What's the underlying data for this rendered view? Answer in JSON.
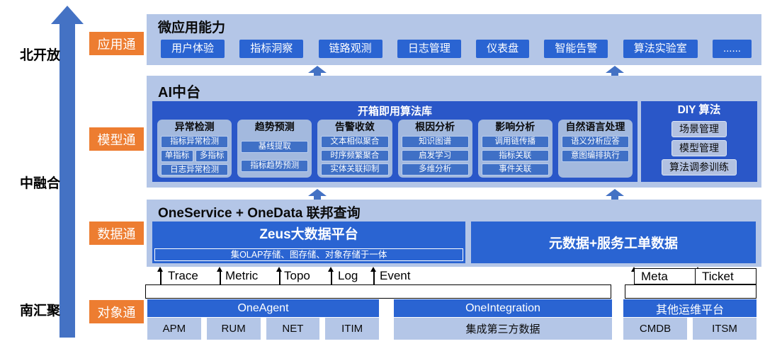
{
  "colors": {
    "accent_blue": "#2a64d2",
    "dark_panel_blue": "#2a57c8",
    "light_panel_blue": "#b4c6e7",
    "card_blue_gray": "#a3b9de",
    "chip_blue": "#3f70c6",
    "arrow_blue": "#4472c4",
    "badge_orange": "#ed7d31"
  },
  "side": {
    "top": "北开放",
    "mid": "中融合",
    "bottom": "南汇聚"
  },
  "badges": {
    "app": "应用通",
    "model": "模型通",
    "data": "数据通",
    "object": "对象通"
  },
  "app": {
    "title": "微应用能力",
    "buttons": [
      "用户体验",
      "指标洞察",
      "链路观测",
      "日志管理",
      "仪表盘",
      "智能告警",
      "算法实验室",
      "......"
    ]
  },
  "model": {
    "title": "AI中台",
    "library_title": "开箱即用算法库",
    "cols": [
      {
        "title": "异常检测",
        "c0": "指标异常检测",
        "c1": "单指标",
        "c2": "多指标",
        "c3": "日志异常检测"
      },
      {
        "title": "趋势预测",
        "c0": "基线提取",
        "c1": "指标趋势预测"
      },
      {
        "title": "告警收敛",
        "c0": "文本相似聚合",
        "c1": "时序频繁聚合",
        "c2": "实体关联抑制"
      },
      {
        "title": "根因分析",
        "c0": "知识图谱",
        "c1": "启发学习",
        "c2": "多维分析"
      },
      {
        "title": "影响分析",
        "c0": "调用链传播",
        "c1": "指标关联",
        "c2": "事件关联"
      },
      {
        "title": "自然语言处理",
        "c0": "语义分析应答",
        "c1": "意图编排执行"
      }
    ],
    "diy": {
      "title": "DIY 算法",
      "i0": "场景管理",
      "i1": "模型管理",
      "i2": "算法调参训练"
    }
  },
  "data": {
    "title": "OneService + OneData 联邦查询",
    "zeus": "Zeus大数据平台",
    "zeus_sub": "集OLAP存储、图存储、对象存储于一体",
    "meta_bar": "元数据+服务工单数据"
  },
  "ingest": {
    "l0": "Trace",
    "l1": "Metric",
    "l2": "Topo",
    "l3": "Log",
    "l4": "Event",
    "r0": "Meta",
    "r1": "Ticket"
  },
  "object": {
    "oneagent": {
      "title": "OneAgent",
      "c0": "APM",
      "c1": "RUM",
      "c2": "NET",
      "c3": "ITIM"
    },
    "oneintegration": {
      "title": "OneIntegration",
      "c0": "集成第三方数据"
    },
    "other": {
      "title": "其他运维平台",
      "c0": "CMDB",
      "c1": "ITSM"
    }
  }
}
